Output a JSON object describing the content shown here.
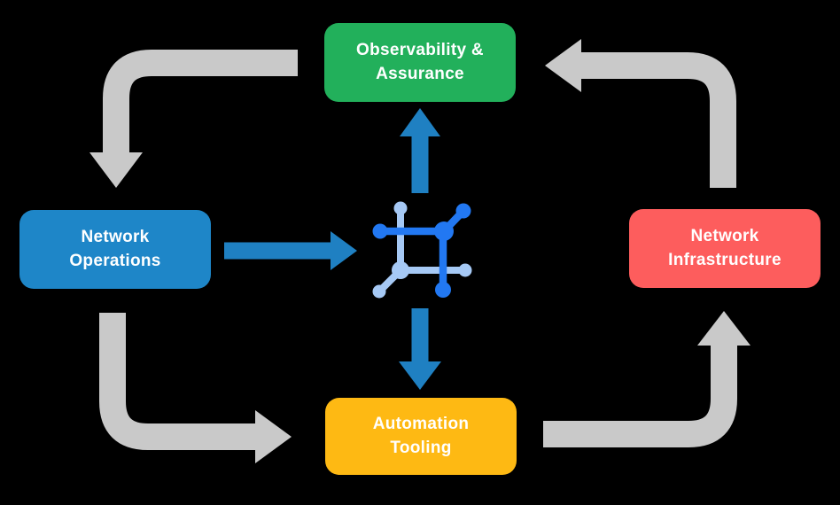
{
  "diagram": {
    "background_color": "#000000",
    "cycle_arrow_color": "#C9C9C9",
    "core_arrow_color": "#1F80C2",
    "text_color": "#FFFFFF",
    "nodes": {
      "observability": {
        "line1": "Observability &",
        "line2": "Assurance",
        "color": "#22B05B"
      },
      "operations": {
        "line1": "Network",
        "line2": "Operations",
        "color": "#1E86C8"
      },
      "infrastructure": {
        "line1": "Network",
        "line2": "Infrastructure",
        "color": "#FD5D5D"
      },
      "automation": {
        "line1": "Automation",
        "line2": "Tooling",
        "color": "#FEB913"
      }
    },
    "center_icon": {
      "name": "network-automation-icon",
      "dark_color": "#2278F2",
      "light_color": "#A6C9F5"
    },
    "flows": [
      {
        "from": "observability",
        "to": "operations",
        "style": "gray-cycle"
      },
      {
        "from": "operations",
        "to": "automation",
        "style": "gray-cycle"
      },
      {
        "from": "automation",
        "to": "infrastructure",
        "style": "gray-cycle"
      },
      {
        "from": "infrastructure",
        "to": "observability",
        "style": "gray-cycle"
      },
      {
        "from": "operations",
        "to": "core",
        "style": "blue-core"
      },
      {
        "from": "core",
        "to": "observability",
        "style": "blue-core"
      },
      {
        "from": "core",
        "to": "automation",
        "style": "blue-core"
      }
    ]
  }
}
